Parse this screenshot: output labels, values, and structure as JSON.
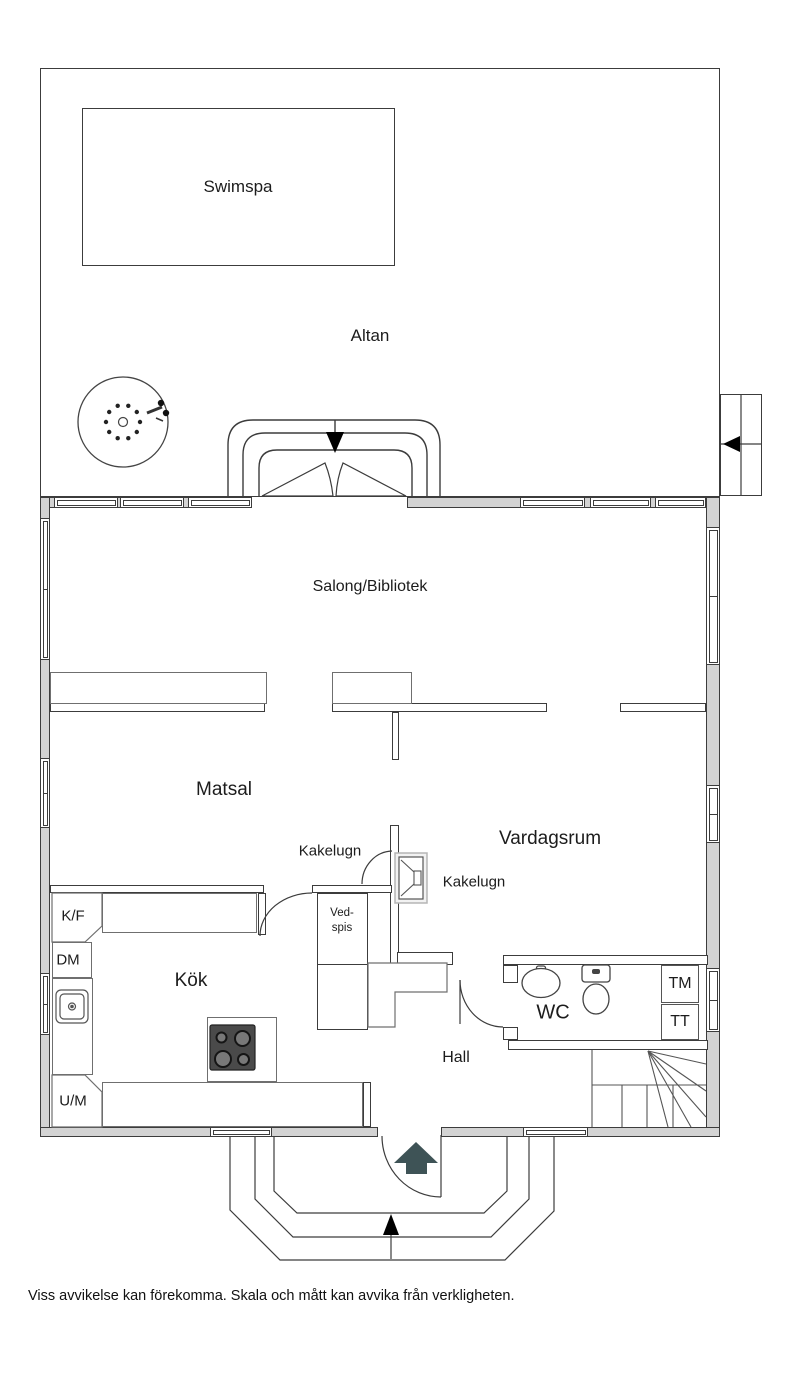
{
  "page": {
    "disclaimer": "Viss avvikelse kan förekomma. Skala och mått kan avvika från verkligheten."
  },
  "colors": {
    "line": "#3c3c3c",
    "wall_fill": "#d3d3d3",
    "furniture_line": "#6f6f6f",
    "entrance_arrow": "#3e5356",
    "stove_fill": "#4a4a4a"
  },
  "outdoor": {
    "altan_label": "Altan",
    "swimspa_label": "Swimspa"
  },
  "rooms": {
    "salong_label": "Salong/Bibliotek",
    "matsal_label": "Matsal",
    "vardagsrum_label": "Vardagsrum",
    "kok_label": "Kök",
    "hall_label": "Hall",
    "wc_label": "WC"
  },
  "fixtures": {
    "kakelugn_matsal_label": "Kakelugn",
    "kakelugn_vardagsrum_label": "Kakelugn",
    "vedspis_line1": "Ved-",
    "vedspis_line2": "spis",
    "fridge_freezer_label": "K/F",
    "dishwasher_label": "DM",
    "um_label": "U/M",
    "washing_machine_label": "TM",
    "dryer_label": "TT"
  }
}
